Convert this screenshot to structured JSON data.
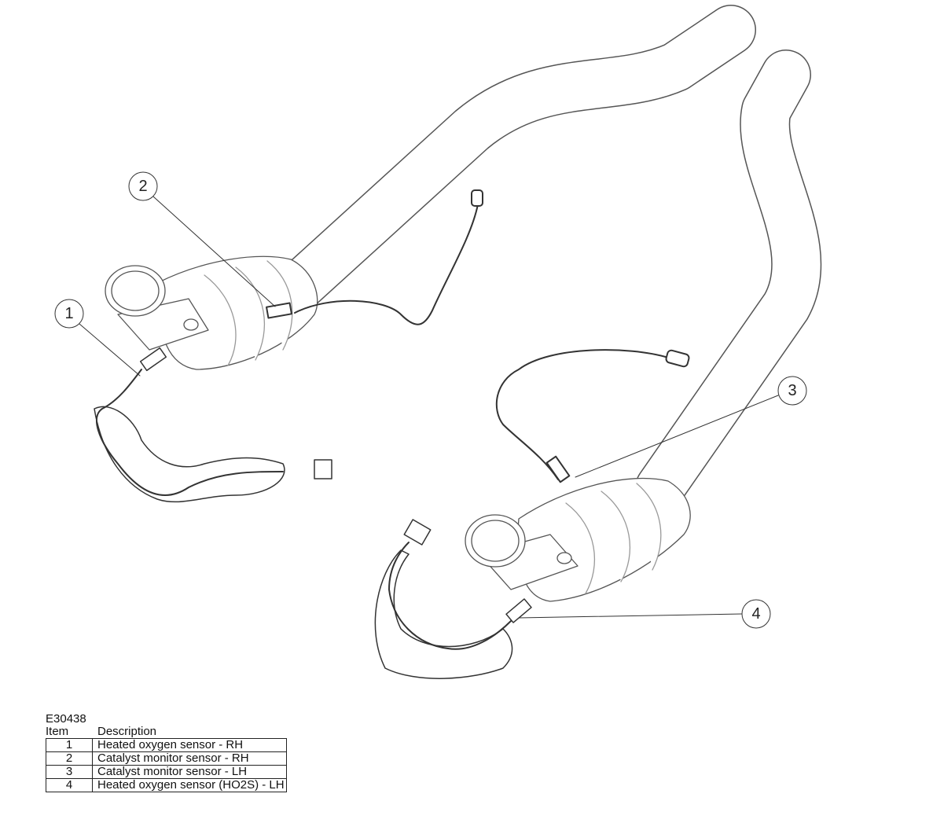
{
  "figure_code": "E30438",
  "legend": {
    "item_header": "Item",
    "description_header": "Description",
    "rows": [
      {
        "item": "1",
        "description": "Heated oxygen sensor - RH"
      },
      {
        "item": "2",
        "description": "Catalyst monitor sensor - RH"
      },
      {
        "item": "3",
        "description": "Catalyst monitor sensor - LH"
      },
      {
        "item": "4",
        "description": "Heated oxygen sensor (HO2S) - LH"
      }
    ]
  },
  "callouts": [
    "1",
    "2",
    "3",
    "4"
  ]
}
